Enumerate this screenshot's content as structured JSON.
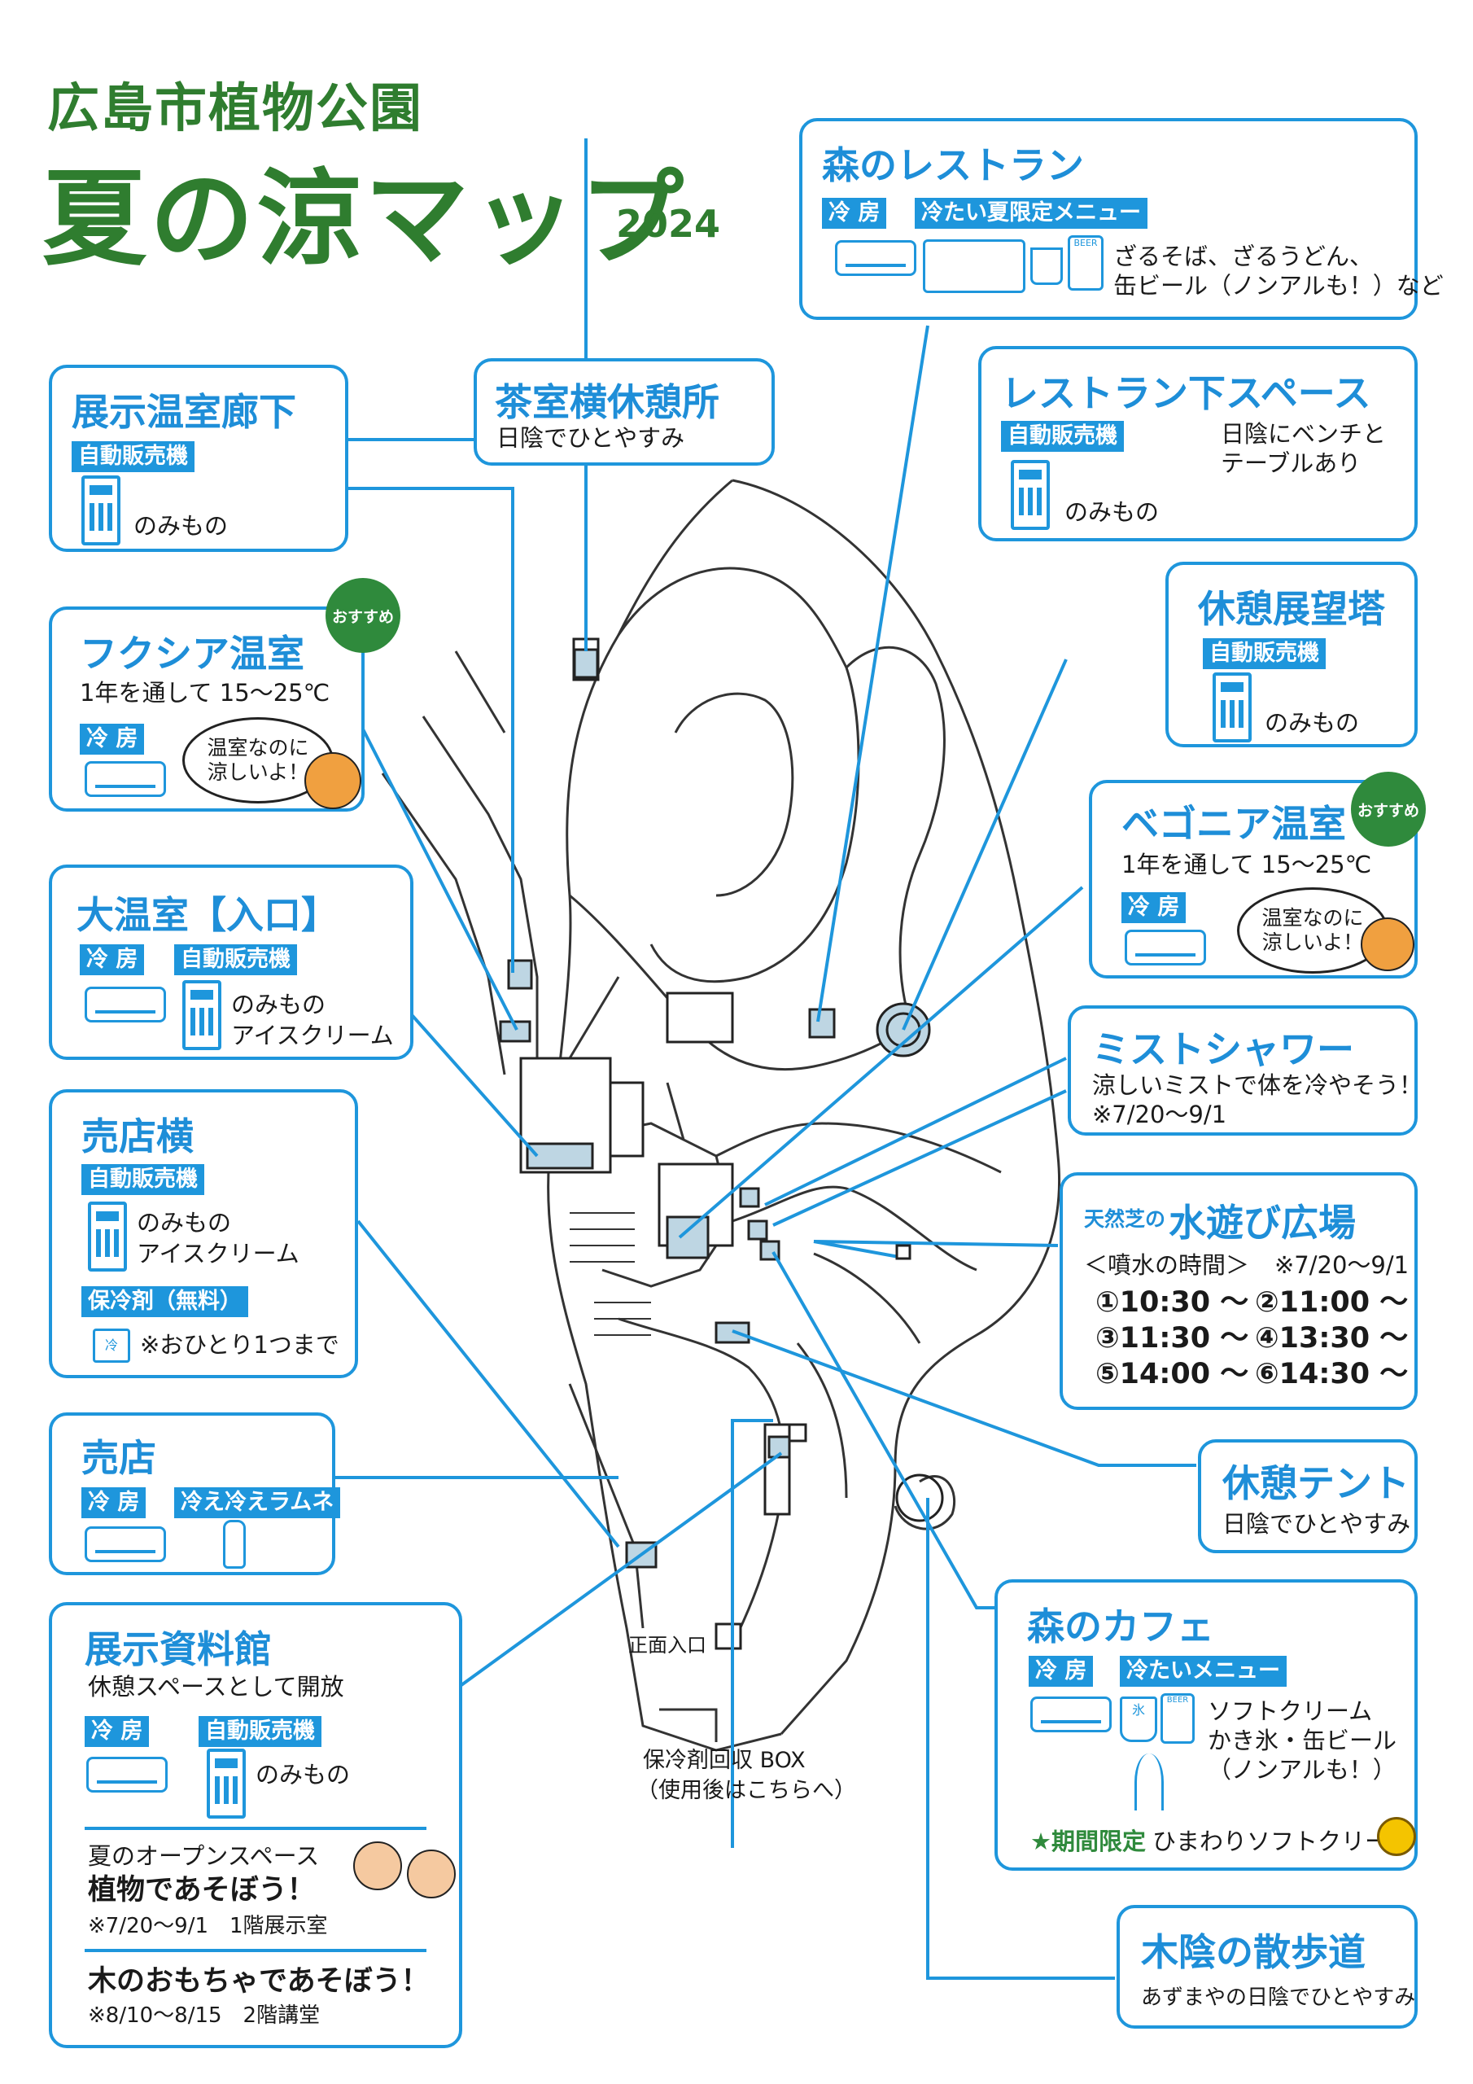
{
  "title": {
    "line1": "広島市植物公園",
    "line2": "夏の涼マップ",
    "year": "2024"
  },
  "tags": {
    "cooling": "冷 房",
    "vending": "自動販売機"
  },
  "badge": "おすすめ",
  "boxes": {
    "mori_restaurant": {
      "name": "森のレストラン",
      "menu_tag": "冷たい夏限定メニュー",
      "menu": "ざるそば、ざるうどん、",
      "menu2": "缶ビール（ノンアルも！）など"
    },
    "restaurant_under": {
      "name": "レストラン下スペース",
      "desc1": "日陰にベンチと",
      "desc2": "テーブルあり",
      "item": "のみもの"
    },
    "chashitsu": {
      "name": "茶室横休憩所",
      "desc": "日陰でひとやすみ"
    },
    "tenji_onshitsu": {
      "name": "展示温室廊下",
      "item": "のみもの"
    },
    "kyukei_tenbo": {
      "name": "休憩展望塔",
      "item": "のみもの"
    },
    "fuchsia": {
      "name": "フクシア温室",
      "desc": "1年を通して 15～25℃",
      "bubble": "温室なのに\n涼しいよ！"
    },
    "begonia": {
      "name": "ベゴニア温室",
      "desc": "1年を通して 15～25℃",
      "bubble": "温室なのに\n涼しいよ！"
    },
    "dai_onshitsu": {
      "name": "大温室【入口】",
      "item1": "のみもの",
      "item2": "アイスクリーム"
    },
    "mist": {
      "name": "ミストシャワー",
      "desc1": "涼しいミストで体を冷やそう！",
      "desc2": "※7/20～9/1"
    },
    "baiten_yoko": {
      "name": "売店横",
      "item1": "のみもの",
      "item2": "アイスクリーム",
      "hoyreizai_tag": "保冷剤（無料）",
      "cold_icon": "冷",
      "note": "※おひとり1つまで"
    },
    "mizuasobi": {
      "prefix": "天然芝の",
      "name": "水遊び広場",
      "schedule_title": "＜噴水の時間＞",
      "period": "※7/20～9/1",
      "times": [
        "①10:30 ～",
        "②11:00 ～",
        "③11:30 ～",
        "④13:30 ～",
        "⑤14:00 ～",
        "⑥14:30 ～"
      ]
    },
    "baiten": {
      "name": "売店",
      "tag2": "冷え冷えラムネ"
    },
    "kyukei_tent": {
      "name": "休憩テント",
      "desc": "日陰でひとやすみ"
    },
    "tenji_shiryokan": {
      "name": "展示資料館",
      "desc": "休憩スペースとして開放",
      "item": "のみもの",
      "ev1_line1": "夏のオープンスペース",
      "ev1_line2": "植物であそぼう！",
      "ev1_note": "※7/20～9/1　1階展示室",
      "ev2_line1": "木のおもちゃであそぼう！",
      "ev2_note": "※8/10～8/15　2階講堂"
    },
    "mori_cafe": {
      "name": "森のカフェ",
      "menu_tag": "冷たいメニュー",
      "menu1": "ソフトクリーム",
      "menu2": "かき氷・缶ビール",
      "menu3": "（ノンアルも！）",
      "limited_tag": "★期間限定",
      "limited": "ひまわりソフトクリーム",
      "ice_label": "氷",
      "beer_label": "BEER"
    },
    "kokage": {
      "name": "木陰の散歩道",
      "desc": "あずまやの日陰でひとやすみ"
    }
  },
  "map_labels": {
    "entrance": "正面入口",
    "box_line1": "保冷剤回収 BOX",
    "box_line2": "（使用後はこちらへ）"
  },
  "restaurant_beer": "BEER",
  "colors": {
    "title_green": "#2f7d2f",
    "accent_blue": "#1e96dc",
    "badge_green": "#2f8a3c",
    "spot_fill": "#bed6e3"
  }
}
